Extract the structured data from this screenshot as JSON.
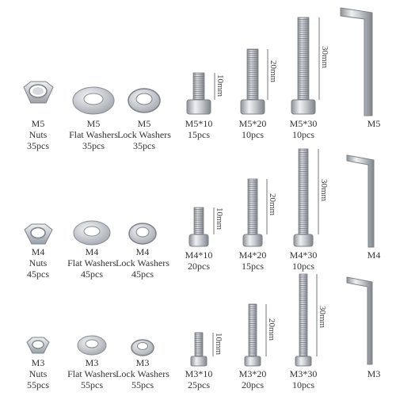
{
  "colors": {
    "metal": "#c8cbd0",
    "metal_dark": "#8e939a",
    "metal_light": "#eef0f2",
    "text": "#333333"
  },
  "rows": [
    {
      "size": "M5",
      "nuts": {
        "name": "M5",
        "type": "Nuts",
        "qty": "35pcs"
      },
      "flat": {
        "name": "M5",
        "type": "Flat Washers",
        "qty": "35pcs"
      },
      "lock": {
        "name": "M5",
        "type": "Lock Washers",
        "qty": "35pcs"
      },
      "screws": [
        {
          "name": "M5*10",
          "qty": "15pcs",
          "length": "10mm"
        },
        {
          "name": "M5*20",
          "qty": "10pcs",
          "length": "20mm"
        },
        {
          "name": "M5*30",
          "qty": "10pcs",
          "length": "30mm"
        }
      ],
      "wrench": "M5"
    },
    {
      "size": "M4",
      "nuts": {
        "name": "M4",
        "type": "Nuts",
        "qty": "45pcs"
      },
      "flat": {
        "name": "M4",
        "type": "Flat Washers",
        "qty": "45pcs"
      },
      "lock": {
        "name": "M4",
        "type": "Lock Washers",
        "qty": "45pcs"
      },
      "screws": [
        {
          "name": "M4*10",
          "qty": "20pcs",
          "length": "10mm"
        },
        {
          "name": "M4*20",
          "qty": "15pcs",
          "length": "20mm"
        },
        {
          "name": "M4*30",
          "qty": "10pcs",
          "length": "30mm"
        }
      ],
      "wrench": "M4"
    },
    {
      "size": "M3",
      "nuts": {
        "name": "M3",
        "type": "Nuts",
        "qty": "55pcs"
      },
      "flat": {
        "name": "M3",
        "type": "Flat Washers",
        "qty": "55pcs"
      },
      "lock": {
        "name": "M3",
        "type": "Lock Washers",
        "qty": "55pcs"
      },
      "screws": [
        {
          "name": "M3*10",
          "qty": "25pcs",
          "length": "10mm"
        },
        {
          "name": "M3*20",
          "qty": "20pcs",
          "length": "20mm"
        },
        {
          "name": "M3*30",
          "qty": "10pcs",
          "length": "30mm"
        }
      ],
      "wrench": "M3"
    }
  ]
}
